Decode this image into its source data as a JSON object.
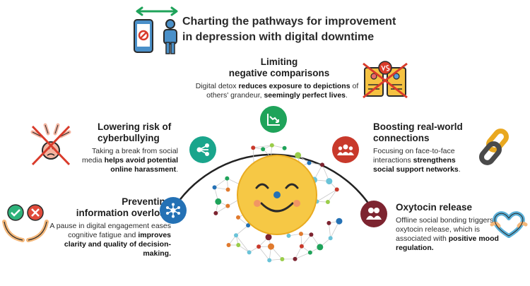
{
  "colors": {
    "teal": "#1aa58c",
    "green": "#1fa35a",
    "red": "#c8392b",
    "blue": "#2471b5",
    "maroon": "#7d2430",
    "face": "#f6c845"
  },
  "title": {
    "line1": "Charting the pathways for improvement",
    "line2": "in depression with digital downtime"
  },
  "sections": {
    "comparisons": {
      "heading1": "Limiting",
      "heading2": "negative comparisons",
      "t1": "Digital detox ",
      "b1": "reduces exposure to depictions",
      "t2": " of others' grandeur, ",
      "b2": "seemingly perfect lives",
      "t3": ".",
      "icon": "declining-chart-icon"
    },
    "cyberbullying": {
      "heading1": "Lowering risk of",
      "heading2": "cyberbullying",
      "t1": "Taking a break from social media ",
      "b1": "helps avoid potential online harassment",
      "t2": ".",
      "icon": "share-network-icon"
    },
    "connections": {
      "heading1": "Boosting real-world",
      "heading2": "connections",
      "t1": "Focusing on face-to-face interactions ",
      "b1": "strengthens social support networks",
      "t2": ".",
      "icon": "people-group-icon"
    },
    "overload": {
      "heading1": "Preventing",
      "heading2": "information overload",
      "t1": "A pause in digital engagement eases cognitive fatigue and ",
      "b1": "improves clarity and quality of decision-making.",
      "icon": "hub-network-icon"
    },
    "oxytocin": {
      "heading1": "Oxytocin release",
      "t1": "Offline social bonding triggers oxytocin release, which is associated with ",
      "b1": "positive mood regulation.",
      "icon": "bonding-people-icon"
    }
  }
}
